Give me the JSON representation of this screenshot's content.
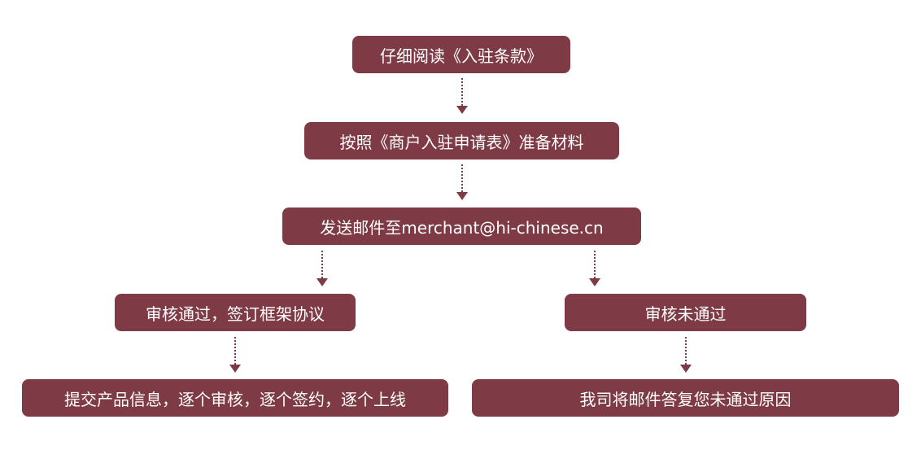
{
  "flow": {
    "step1": "仔细阅读《入驻条款》",
    "step2": "按照《商户入驻申请表》准备材料",
    "step3": "发送邮件至merchant@hi-chinese.cn",
    "approved": "审核通过，签订框架协议",
    "rejected": "审核未通过",
    "approved_next": "提交产品信息，逐个审核，逐个签约，逐个上线",
    "rejected_next": "我司将邮件答复您未通过原因"
  },
  "colors": {
    "box_fill": "#7f3b45",
    "box_text": "#ffffff",
    "arrow": "#7f3b45"
  }
}
